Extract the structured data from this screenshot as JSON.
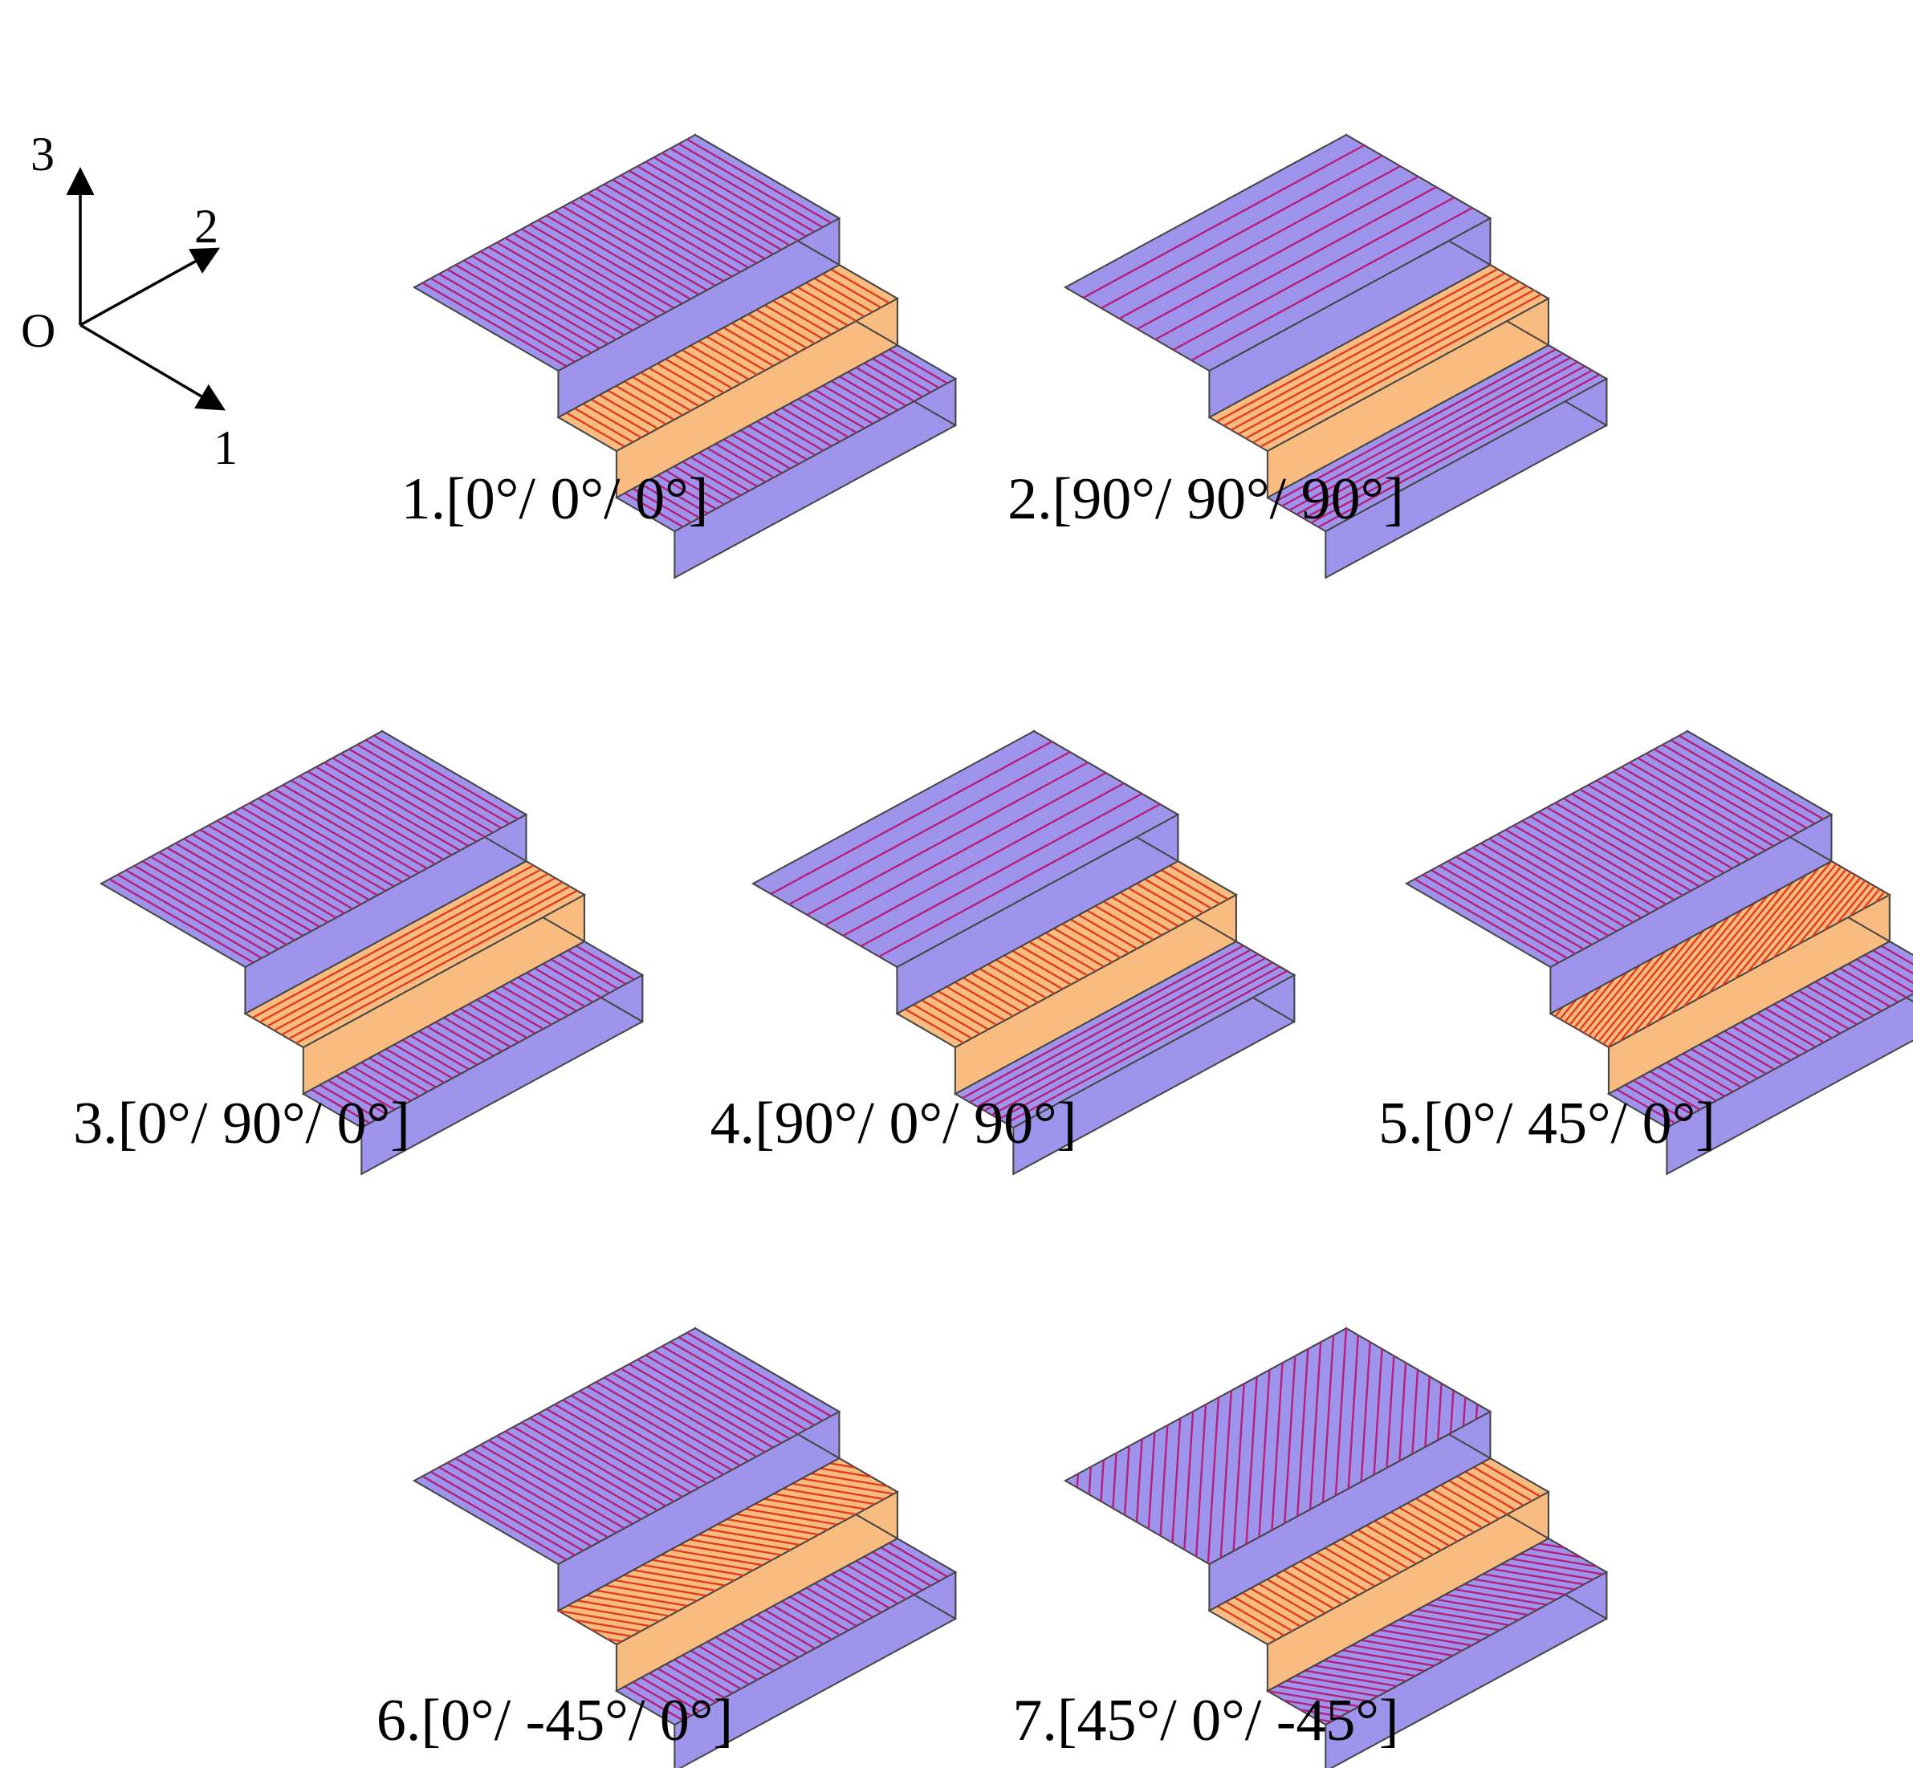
{
  "axes": {
    "origin": "O",
    "axis1": "1",
    "axis2": "2",
    "axis3": "3"
  },
  "colors": {
    "ply_0_family": "#9e94ec",
    "ply_middle": "#f8bb80",
    "hatch_purple_layers": "#b51f7a",
    "hatch_middle_layer": "#e23b1d",
    "edge": "#444444"
  },
  "laminates": [
    {
      "caption": "1.[0°/ 0°/ 0°]",
      "plies": [
        "0",
        "0",
        "0"
      ]
    },
    {
      "caption": "2.[90°/ 90°/ 90°]",
      "plies": [
        "90",
        "90",
        "90"
      ]
    },
    {
      "caption": "3.[0°/ 90°/ 0°]",
      "plies": [
        "0",
        "90",
        "0"
      ]
    },
    {
      "caption": "4.[90°/ 0°/ 90°]",
      "plies": [
        "90",
        "0",
        "90"
      ]
    },
    {
      "caption": "5.[0°/ 45°/ 0°]",
      "plies": [
        "0",
        "45",
        "0"
      ]
    },
    {
      "caption": "6.[0°/ -45°/ 0°]",
      "plies": [
        "0",
        "-45",
        "0"
      ]
    },
    {
      "caption": "7.[45°/ 0°/ -45°]",
      "plies": [
        "45",
        "0",
        "-45"
      ]
    }
  ]
}
